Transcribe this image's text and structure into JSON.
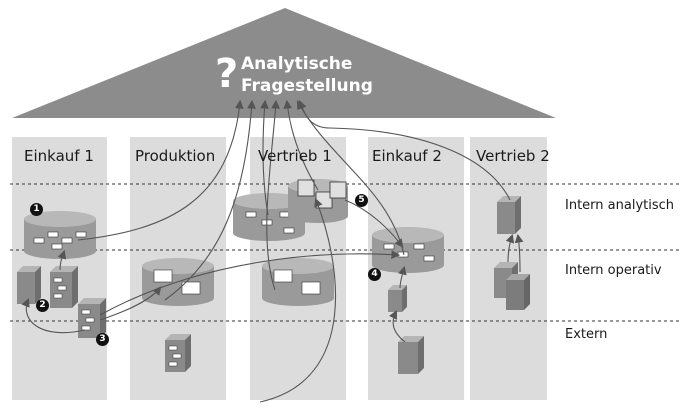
{
  "roof": {
    "question_mark": "?",
    "title_line1": "Analytische",
    "title_line2": "Fragestellung"
  },
  "columns": [
    {
      "label": "Einkauf 1"
    },
    {
      "label": "Produktion"
    },
    {
      "label": "Vertrieb 1"
    },
    {
      "label": "Einkauf 2"
    },
    {
      "label": "Vertrieb 2"
    }
  ],
  "layers": {
    "intern_analytisch": "Intern analytisch",
    "intern_operativ": "Intern operativ",
    "extern": "Extern"
  },
  "badges": [
    "1",
    "2",
    "3",
    "4",
    "5"
  ],
  "colors": {
    "roof": "#8c8c8c",
    "column": "#dcdcdc",
    "cylinder": "#a9a9a9",
    "arrow": "#555555"
  }
}
